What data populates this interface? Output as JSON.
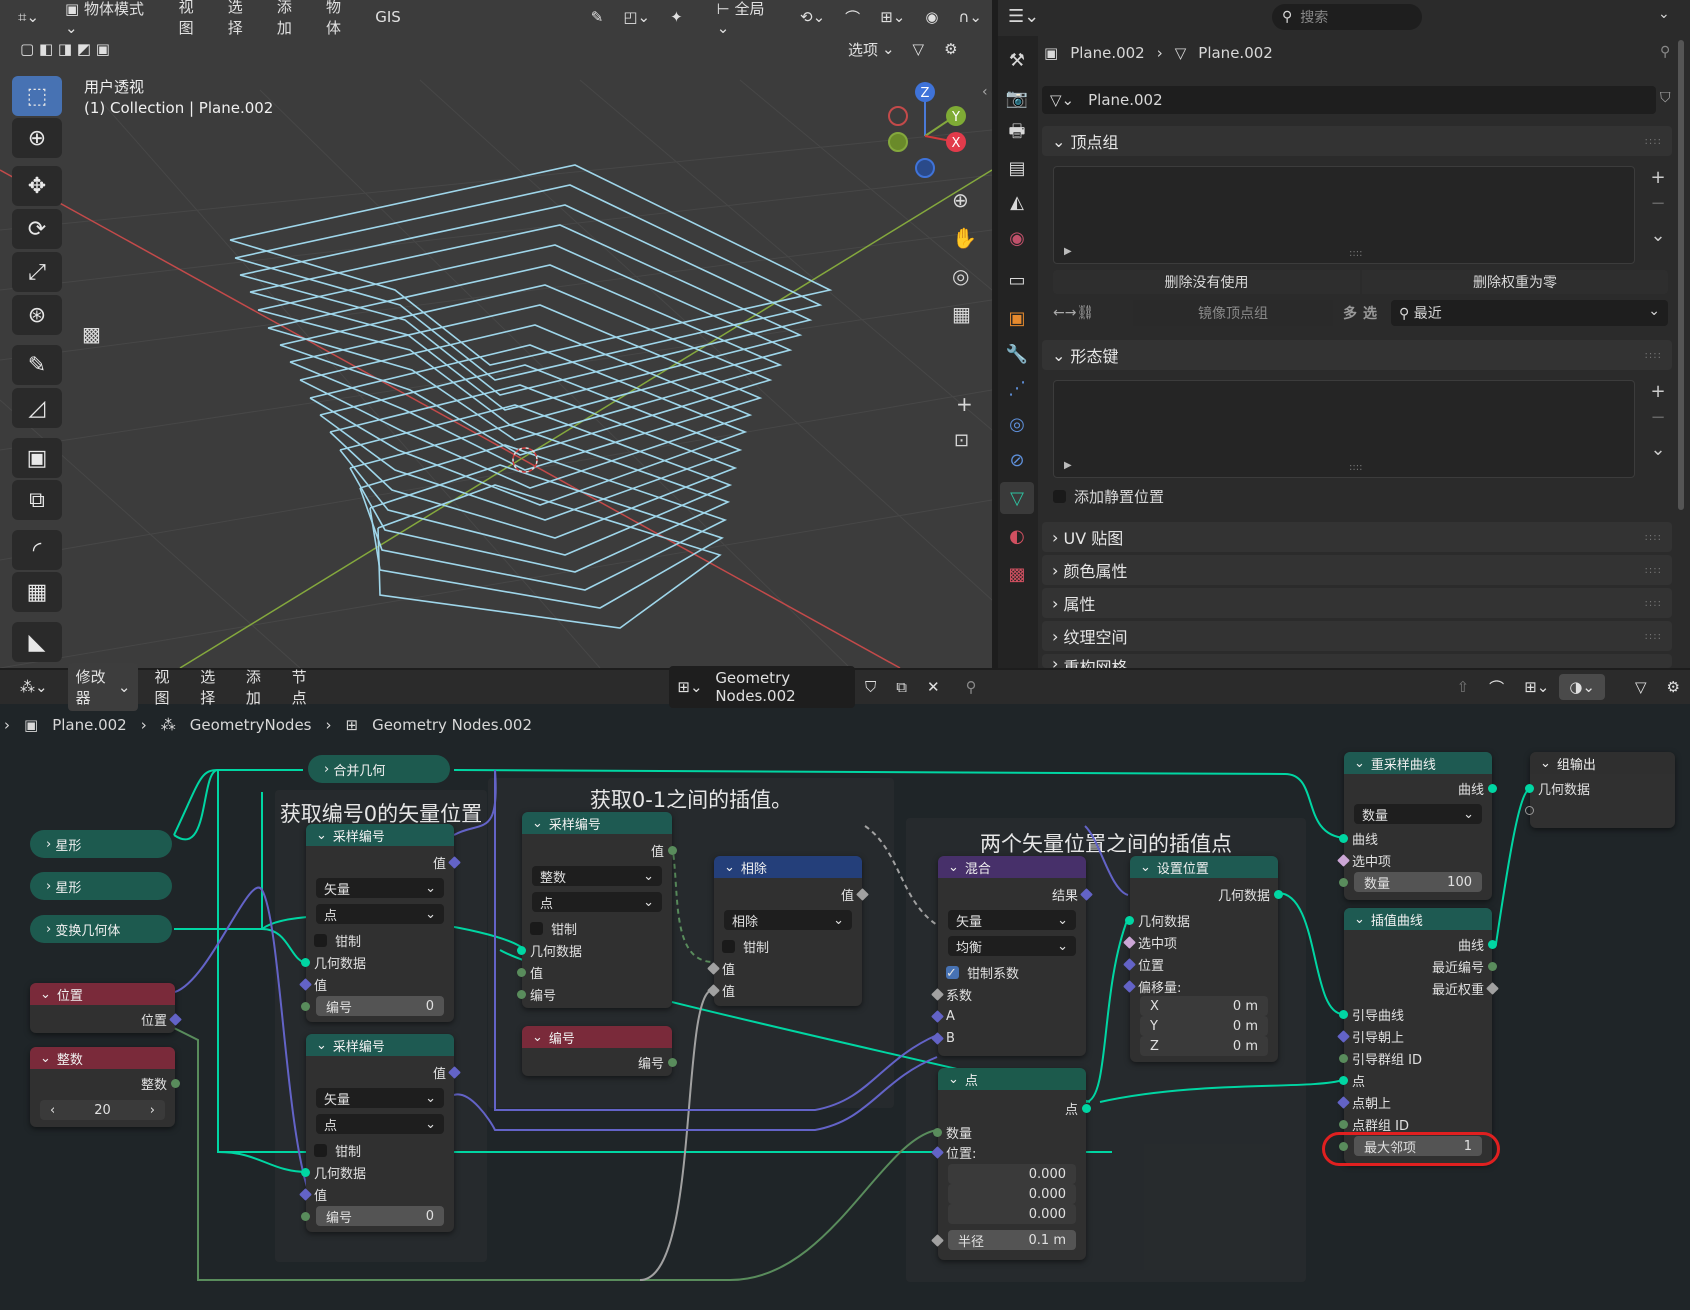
{
  "viewport": {
    "header": {
      "mode_label": "物体模式",
      "menus": [
        "视图",
        "选择",
        "添加",
        "物体",
        "GIS"
      ],
      "transform_orientation": "全局",
      "options_label": "选项"
    },
    "overlay_text": {
      "view_name": "用户透视",
      "collection_info": "(1) Collection | Plane.002"
    },
    "gizmo_axes": [
      "Z",
      "Y",
      "X"
    ],
    "colors": {
      "x_axis": "#c34a4a",
      "y_axis": "#84a83d",
      "curve": "#9fd6ea"
    }
  },
  "properties": {
    "search_placeholder": "搜索",
    "breadcrumb": [
      "Plane.002",
      "Plane.002"
    ],
    "mesh_name": "Plane.002",
    "vertex_groups_title": "顶点组",
    "delete_unused_btn": "删除没有使用",
    "delete_zero_weight_btn": "删除权重为零",
    "mirror_vertex_group": "镜像顶点组",
    "multi_label": "多",
    "select_label": "选",
    "recent_label": "最近",
    "shape_keys_title": "形态键",
    "add_rest_position": "添加静置位置",
    "collapsed_sections": [
      "UV 贴图",
      "颜色属性",
      "属性",
      "纹理空间",
      "重构网格"
    ]
  },
  "node_editor": {
    "header": {
      "editor_type": "修改器",
      "menus": [
        "视图",
        "选择",
        "添加",
        "节点"
      ],
      "node_group_name": "Geometry Nodes.002"
    },
    "breadcrumb": [
      "Plane.002",
      "GeometryNodes",
      "Geometry Nodes.002"
    ],
    "frames": {
      "f1": "获取编号0的矢量位置",
      "f2": "获取0-1之间的插值。",
      "f3": "两个矢量位置之间的插值点"
    },
    "groups": {
      "join": "合并几何",
      "star1": "星形",
      "star2": "星形",
      "transform": "变换几何体"
    },
    "pos_node": {
      "title": "位置",
      "out": "位置"
    },
    "int_node": {
      "title": "整数",
      "out": "整数",
      "value": "20"
    },
    "sample1": {
      "title": "采样编号",
      "out": "值",
      "type": "矢量",
      "domain": "点",
      "clamp": "钳制",
      "in_geo": "几何数据",
      "in_val": "值",
      "in_idx": "编号",
      "idx_val": "0"
    },
    "sample2": {
      "title": "采样编号",
      "out": "值",
      "type": "矢量",
      "domain": "点",
      "clamp": "钳制",
      "in_geo": "几何数据",
      "in_val": "值",
      "in_idx": "编号",
      "idx_val": "0"
    },
    "sample3": {
      "title": "采样编号",
      "out": "值",
      "type": "整数",
      "domain": "点",
      "clamp": "钳制",
      "in_geo": "几何数据",
      "in_val": "值",
      "in_idx": "编号"
    },
    "index_node": {
      "title": "编号",
      "out": "编号"
    },
    "divide": {
      "title": "相除",
      "out": "值",
      "op": "相除",
      "clamp": "钳制",
      "in1": "值",
      "in2": "值"
    },
    "mix": {
      "title": "混合",
      "out": "结果",
      "type": "矢量",
      "mode": "均衡",
      "clamp_factor": "钳制系数",
      "factor": "系数",
      "a": "A",
      "b": "B"
    },
    "setpos": {
      "title": "设置位置",
      "out": "几何数据",
      "in_geo": "几何数据",
      "sel": "选中项",
      "pos": "位置",
      "offset": "偏移量:",
      "x": "X",
      "y": "Y",
      "z": "Z",
      "xv": "0 m",
      "yv": "0 m",
      "zv": "0 m"
    },
    "points": {
      "title": "点",
      "out": "点",
      "count": "数量",
      "pos": "位置:",
      "v1": "0.000",
      "v2": "0.000",
      "v3": "0.000",
      "radius": "半径",
      "radius_val": "0.1 m"
    },
    "resample": {
      "title": "重采样曲线",
      "out": "曲线",
      "mode": "数量",
      "in_curve": "曲线",
      "sel": "选中项",
      "count": "数量",
      "count_val": "100"
    },
    "interp": {
      "title": "插值曲线",
      "out_curves": "曲线",
      "out_nearest_idx": "最近编号",
      "out_nearest_w": "最近权重",
      "guide_curves": "引导曲线",
      "guide_up": "引导朝上",
      "guide_group": "引导群组 ID",
      "points": "点",
      "point_up": "点朝上",
      "point_group": "点群组 ID",
      "max_neighbors": "最大邻项",
      "max_neighbors_val": "1"
    },
    "group_out": {
      "title": "组输出",
      "in": "几何数据"
    },
    "colors": {
      "geometry_link": "#00d6a3",
      "vector_link": "#6363c7",
      "int_link": "#598c5c",
      "highlight": "#e02020"
    }
  }
}
